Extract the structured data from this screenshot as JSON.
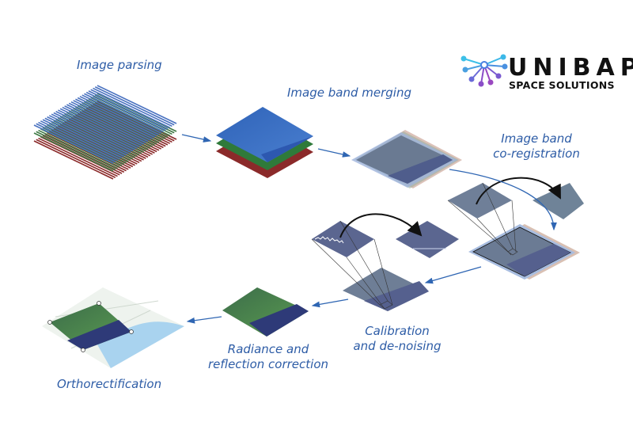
{
  "logo": {
    "brand": "UNIBAP",
    "tagline": "SPACE SOLUTIONS"
  },
  "steps": [
    {
      "label": "Image parsing"
    },
    {
      "label": "Image band merging"
    },
    {
      "label_line1": "Image band",
      "label_line2": "co-registration"
    },
    {
      "label_line1": "Calibration",
      "label_line2": "and de-noising"
    },
    {
      "label_line1": "Radiance and",
      "label_line2": "reflection correction"
    },
    {
      "label": "Orthorectification"
    }
  ],
  "colors": {
    "arrow": "#2f66b3",
    "label": "#2d5ca6",
    "tile": "#5b6690",
    "water": "#2e3a78"
  }
}
